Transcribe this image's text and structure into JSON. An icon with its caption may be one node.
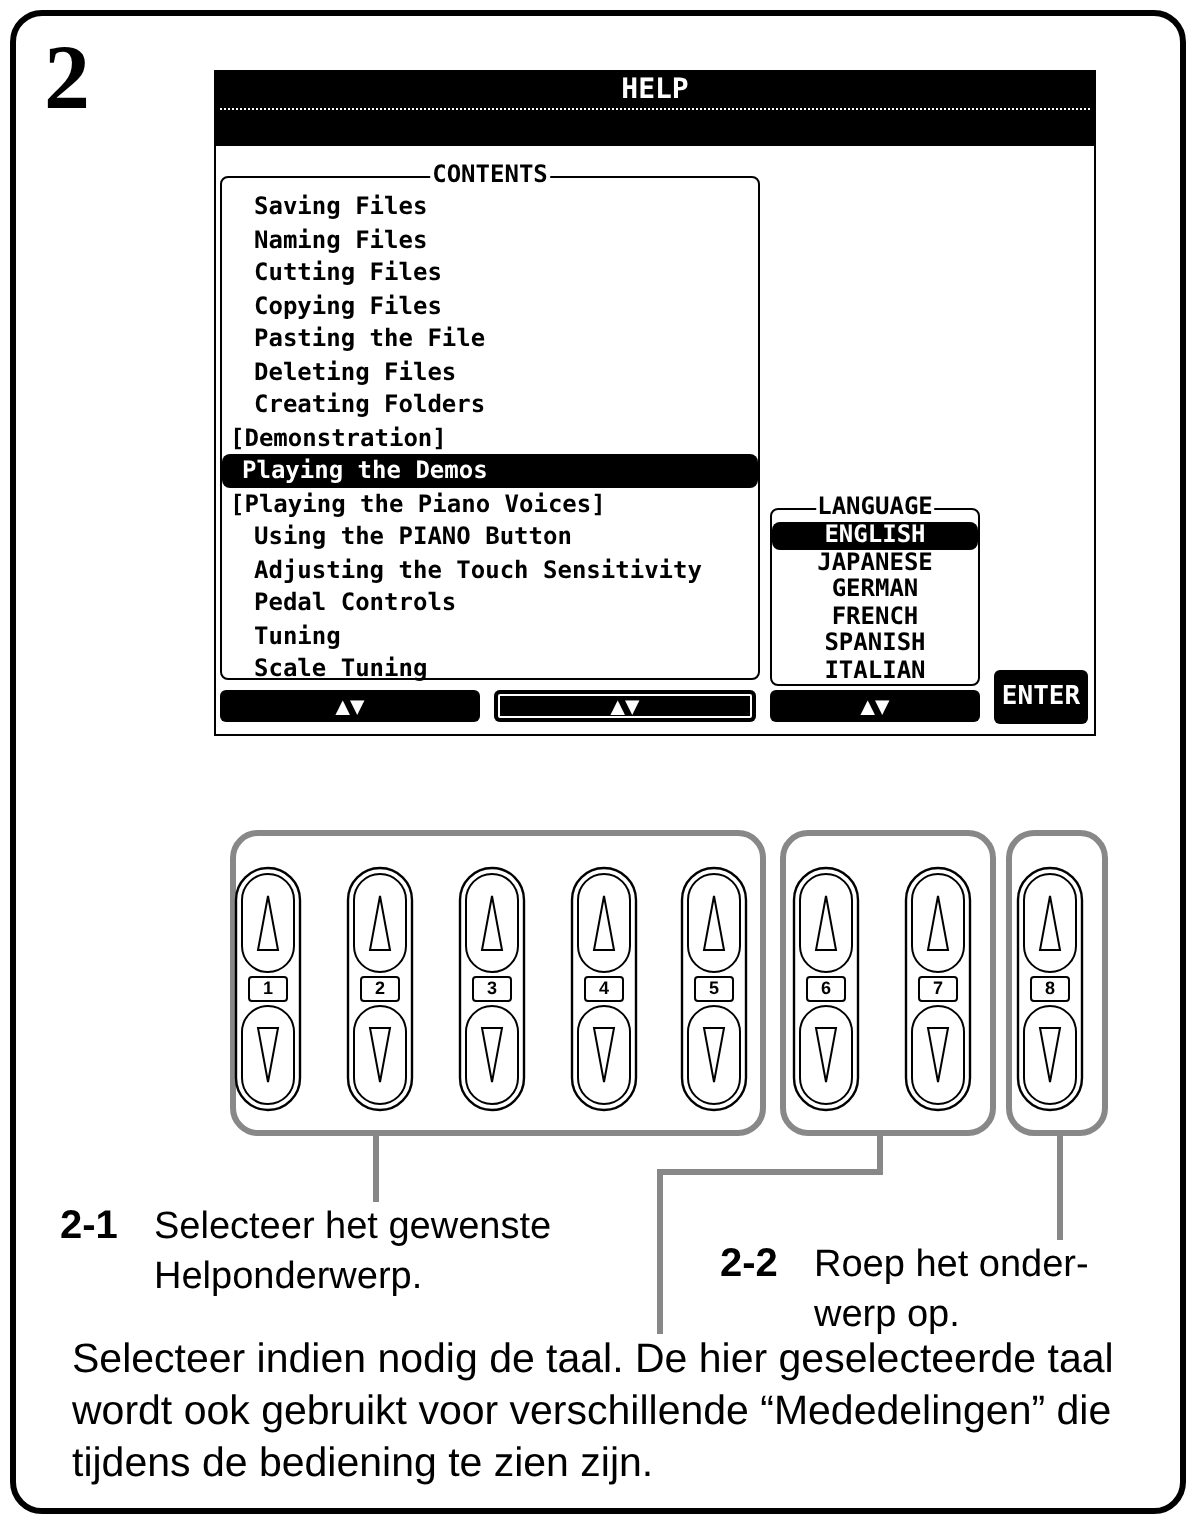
{
  "diagram": {
    "nodes": [
      {
        "text": [
          "HELP"
        ]
      },
      {
        "text": [
          "CONTENTS",
          "Saving Files",
          "Naming Files",
          "Cutting Files",
          "Copying Files",
          "Pasting the File",
          "Deleting Files",
          "Creating Folders",
          "[Demonstration]",
          "Playing the Demos",
          "[Playing the Piano Voices]",
          "Using the PIANO Button",
          "Adjusting the Touch Sensitivity",
          "Pedal Controls",
          "Tuning",
          "Scale Tuning"
        ],
        "in": 0
      },
      {
        "text": [
          "LANGUAGE",
          "ENGLISH",
          "JAPANESE",
          "GERMAN",
          "FRENCH",
          "SPANISH",
          "ITALIAN"
        ],
        "in": 0
      },
      {
        "text": [
          "▲▼"
        ],
        "in": 0
      },
      {
        "text": [
          "▲▼"
        ],
        "in": 0
      },
      {
        "text": [
          "▲▼"
        ],
        "in": 0
      },
      {
        "text": [
          "ENTER"
        ],
        "in": 0
      },
      {
        "text": [],
        "shape": "box"
      },
      {
        "text": [
          "1"
        ],
        "in": 7
      },
      {
        "text": [
          "2"
        ],
        "in": 7
      },
      {
        "text": [
          "3"
        ],
        "in": 7
      },
      {
        "text": [
          "4"
        ],
        "in": 7
      },
      {
        "text": [
          "5"
        ],
        "in": 7
      },
      {
        "text": [],
        "shape": "box"
      },
      {
        "text": [
          "6"
        ],
        "in": 13
      },
      {
        "text": [
          "7"
        ],
        "in": 13
      },
      {
        "text": [],
        "shape": "box"
      },
      {
        "text": [
          "8"
        ],
        "in": 16
      },
      {
        "text": [
          "2-1",
          "Selecteer het gewenste Helponderwerp."
        ]
      },
      {
        "text": [
          "2-2",
          "Roep het onder- werp op."
        ]
      },
      {
        "text": [
          "Selecteer indien nodig de taal. De hier geselecteerde taal wordt ook gebruikt voor verschillende “Mededelingen” die tijdens de bediening te zien zijn."
        ]
      }
    ],
    "edges": [
      {
        "from": 18,
        "to": 7,
        "arrow": "none"
      },
      {
        "from": 20,
        "to": 13,
        "arrow": "none"
      },
      {
        "from": 19,
        "to": 16,
        "arrow": "none"
      }
    ],
    "labels": [
      "2"
    ]
  }
}
